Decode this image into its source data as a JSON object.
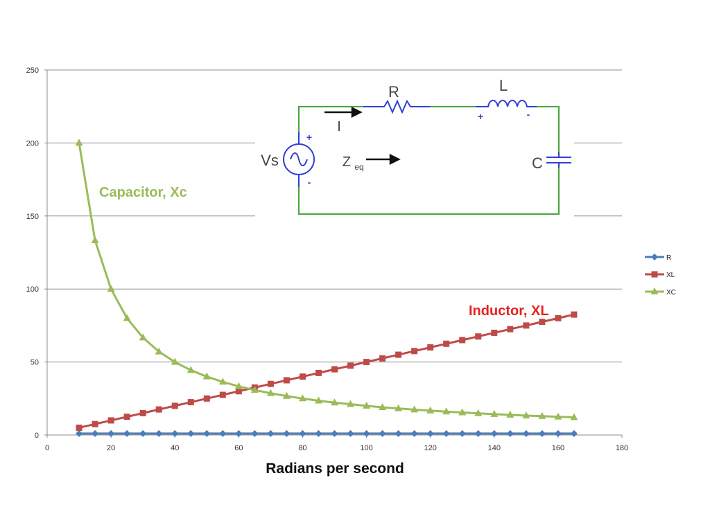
{
  "chart_data": {
    "type": "line",
    "xlabel": "Radians per second",
    "ylabel": "",
    "xlim": [
      0,
      180
    ],
    "ylim": [
      0,
      250
    ],
    "xticks": [
      0,
      20,
      40,
      60,
      80,
      100,
      120,
      140,
      160,
      180
    ],
    "yticks": [
      0,
      50,
      100,
      150,
      200,
      250
    ],
    "grid": "horizontal",
    "legend_position": "right",
    "x": [
      10,
      15,
      20,
      25,
      30,
      35,
      40,
      45,
      50,
      55,
      60,
      65,
      70,
      75,
      80,
      85,
      90,
      95,
      100,
      105,
      110,
      115,
      120,
      125,
      130,
      135,
      140,
      145,
      150,
      155,
      160,
      165
    ],
    "series": [
      {
        "name": "R",
        "color": "#4a7ebb",
        "marker": "diamond",
        "values": [
          1,
          1,
          1,
          1,
          1,
          1,
          1,
          1,
          1,
          1,
          1,
          1,
          1,
          1,
          1,
          1,
          1,
          1,
          1,
          1,
          1,
          1,
          1,
          1,
          1,
          1,
          1,
          1,
          1,
          1,
          1,
          1
        ]
      },
      {
        "name": "XL",
        "color": "#be4b48",
        "marker": "square",
        "values": [
          5,
          7.5,
          10,
          12.5,
          15,
          17.5,
          20,
          22.5,
          25,
          27.5,
          30,
          32.5,
          35,
          37.5,
          40,
          42.5,
          45,
          47.5,
          50,
          52.5,
          55,
          57.5,
          60,
          62.5,
          65,
          67.5,
          70,
          72.5,
          75,
          77.5,
          80,
          82.5
        ]
      },
      {
        "name": "XC",
        "color": "#9bbb59",
        "marker": "triangle",
        "values": [
          200,
          133.3,
          100,
          80,
          66.7,
          57.1,
          50,
          44.4,
          40,
          36.4,
          33.3,
          30.8,
          28.6,
          26.7,
          25,
          23.5,
          22.2,
          21.1,
          20,
          19,
          18.2,
          17.4,
          16.7,
          16,
          15.4,
          14.8,
          14.3,
          13.8,
          13.3,
          12.9,
          12.5,
          12.1
        ]
      }
    ],
    "annotations": [
      {
        "text": "Capacitor, Xc",
        "color": "#9bbb59"
      },
      {
        "text": "Inductor, XL",
        "color": "#e8211d"
      }
    ]
  },
  "circuit": {
    "labels": {
      "resistor": "R",
      "inductor": "L",
      "capacitor": "C",
      "source": "Vs",
      "current": "I",
      "impedance": "Z",
      "impedance_sub": "eq",
      "plus": "+",
      "minus": "-"
    },
    "colors": {
      "wire": "#44a838",
      "component": "#2f3fd6",
      "label": "#444444",
      "arrow": "#111111"
    }
  }
}
